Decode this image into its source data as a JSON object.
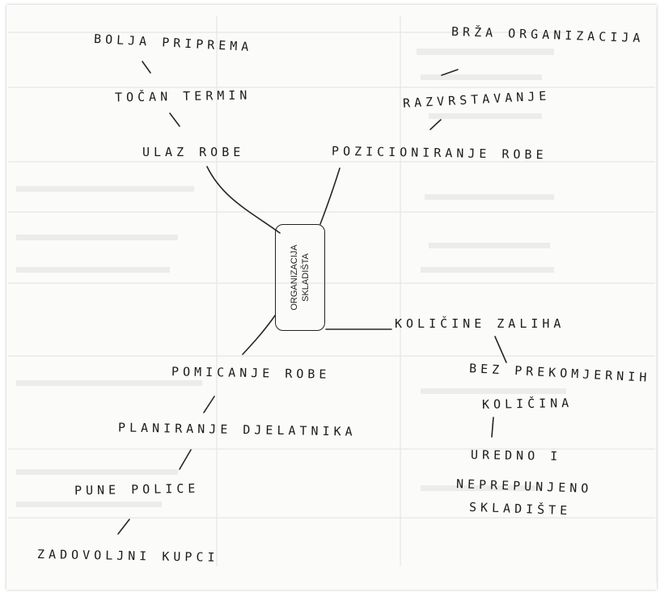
{
  "diagram": {
    "center": {
      "line1": "ORGANIZACIJA",
      "line2": "SKLADIŠTA"
    },
    "left_top_chain": [
      "BOLJA PRIPREMA",
      "TOČAN TERMIN",
      "ULAZ ROBE"
    ],
    "right_top_chain": [
      "BRŽA ORGANIZACIJA",
      "RAZVRSTAVANJE",
      "POZICIONIRANJE ROBE"
    ],
    "left_bottom_chain": [
      "POMICANJE ROBE",
      "PLANIRANJE DJELATNIKA",
      "PUNE POLICE",
      "ZADOVOLJNI KUPCI"
    ],
    "right_bottom_chain": [
      "KOLIČINE ZALIHA",
      "BEZ PREKOMJERNIH",
      "KOLIČINA",
      "UREDNO I",
      "NEPREPUNJENO",
      "SKLADIŠTE"
    ]
  },
  "colors": {
    "ink": "#1b1b1b",
    "paper": "#fbfbfa",
    "ghost": "#e9e9e6"
  }
}
